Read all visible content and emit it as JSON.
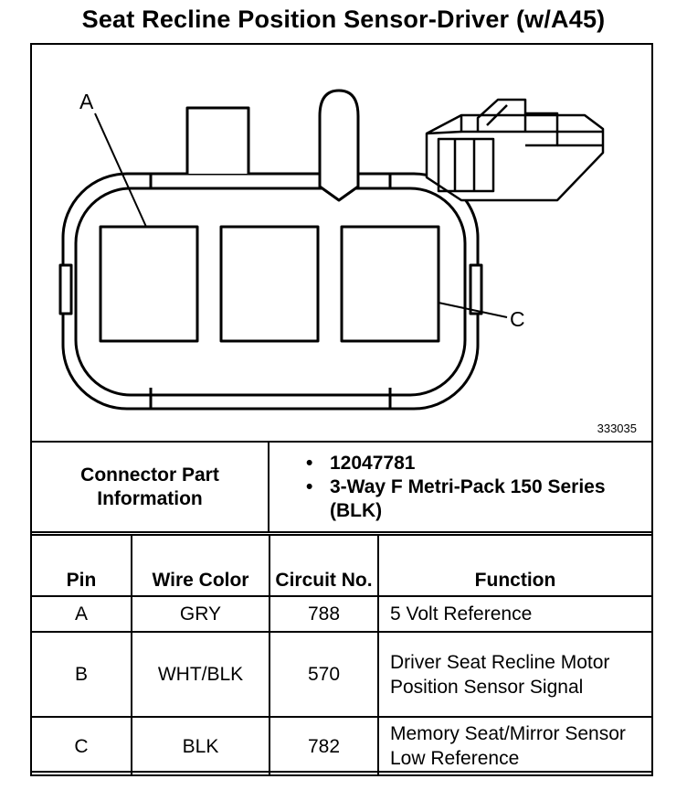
{
  "title": "Seat Recline Position Sensor-Driver (w/A45)",
  "figure_number": "333035",
  "callouts": {
    "a": "A",
    "c": "C"
  },
  "connector_info": {
    "label": "Connector Part Information",
    "items": [
      "12047781",
      "3-Way F Metri-Pack 150 Series (BLK)"
    ]
  },
  "pin_table": {
    "headers": {
      "pin": "Pin",
      "wire_color": "Wire Color",
      "circuit_no": "Circuit No.",
      "function": "Function"
    },
    "rows": [
      {
        "pin": "A",
        "wire_color": "GRY",
        "circuit": "788",
        "function": "5 Volt Reference"
      },
      {
        "pin": "B",
        "wire_color": "WHT/BLK",
        "circuit": "570",
        "function": "Driver Seat Recline Motor Position Sensor Signal"
      },
      {
        "pin": "C",
        "wire_color": "BLK",
        "circuit": "782",
        "function": "Memory Seat/Mirror Sensor Low Reference"
      }
    ]
  }
}
